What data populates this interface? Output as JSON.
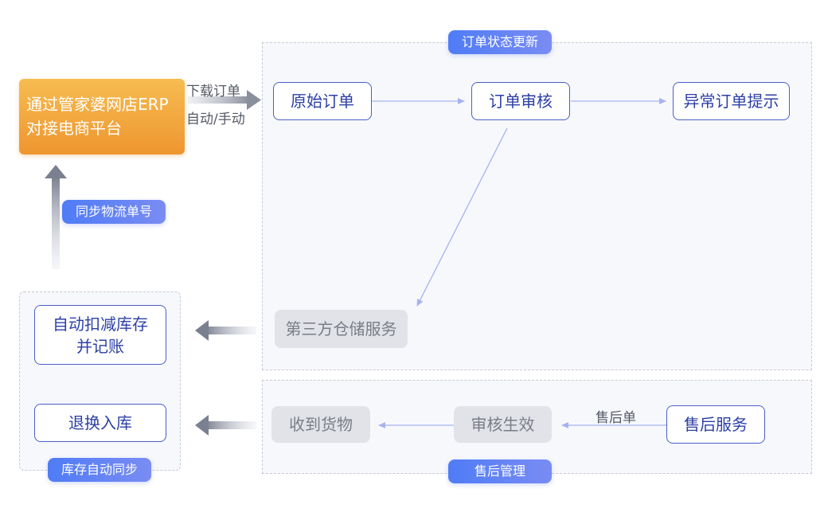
{
  "panels": {
    "order_status_label": "订单状态更新",
    "aftersale_label": "售后管理",
    "logistics_label": "同步物流单号",
    "inventory_sync_label": "库存自动同步"
  },
  "erp": {
    "line1": "通过管家婆网店ERP",
    "line2": "对接电商平台"
  },
  "download": {
    "label_top": "下载订单",
    "label_bottom": "自动/手动"
  },
  "order_flow": {
    "original_order": "原始订单",
    "order_review": "订单审核",
    "abnormal_order": "异常订单提示",
    "third_party_storage": "第三方仓储服务"
  },
  "inventory": {
    "auto_deduct_line1": "自动扣减库存",
    "auto_deduct_line2": "并记账",
    "return_exchange": "退换入库"
  },
  "aftersale": {
    "service": "售后服务",
    "aftersale_order_label": "售后单",
    "review_effective": "审核生效",
    "goods_received": "收到货物"
  },
  "colors": {
    "accent_blue": "#4f7cf6",
    "box_border": "#4a5fc8",
    "erp_orange": "#ee9630",
    "gray_box": "#e1e3e9",
    "connector": "#a6b3ee"
  }
}
